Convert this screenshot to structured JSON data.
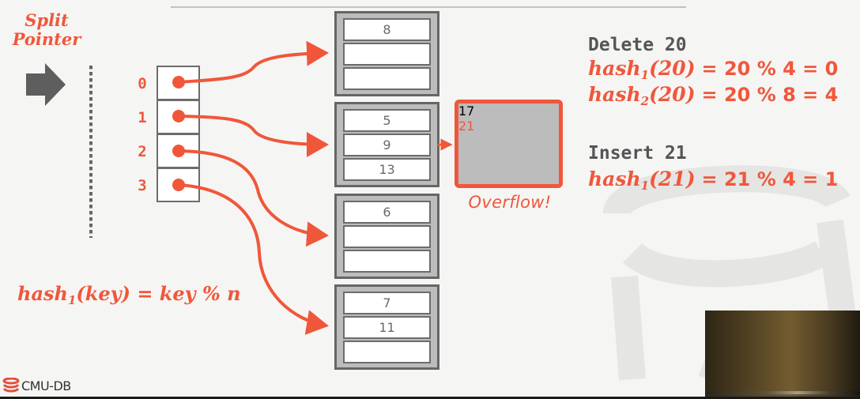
{
  "slide": {
    "split_pointer_label": [
      "Split",
      "Pointer"
    ],
    "directory": {
      "indices": [
        "0",
        "1",
        "2",
        "3"
      ]
    },
    "buckets": [
      {
        "slots": [
          "8",
          "",
          ""
        ]
      },
      {
        "slots": [
          "5",
          "9",
          "13"
        ]
      },
      {
        "slots": [
          "6",
          "",
          ""
        ]
      },
      {
        "slots": [
          "7",
          "11",
          ""
        ]
      }
    ],
    "overflow_page": {
      "slots": [
        "17",
        "21",
        ""
      ],
      "label": "Overflow!"
    },
    "operations": [
      {
        "title": "Delete 20",
        "formulas": [
          {
            "fn": "hash",
            "sub": "1",
            "arg": "(20)",
            "rhs": "=  20 % 4 = 0"
          },
          {
            "fn": "hash",
            "sub": "2",
            "arg": "(20)",
            "rhs": "=  20 % 8 = 4"
          }
        ]
      },
      {
        "title": "Insert 21",
        "formulas": [
          {
            "fn": "hash",
            "sub": "1",
            "arg": "(21)",
            "rhs": "=  21 % 4 = 1"
          }
        ]
      }
    ],
    "hash_definition": {
      "fn": "hash",
      "sub": "1",
      "rest": "(key) = key % n"
    },
    "logo_text": "CMU-DB",
    "colors": {
      "accent": "#f0573a",
      "text_gray": "#555555",
      "bucket_fill": "#bcbcbc",
      "bucket_border": "#666666"
    }
  }
}
